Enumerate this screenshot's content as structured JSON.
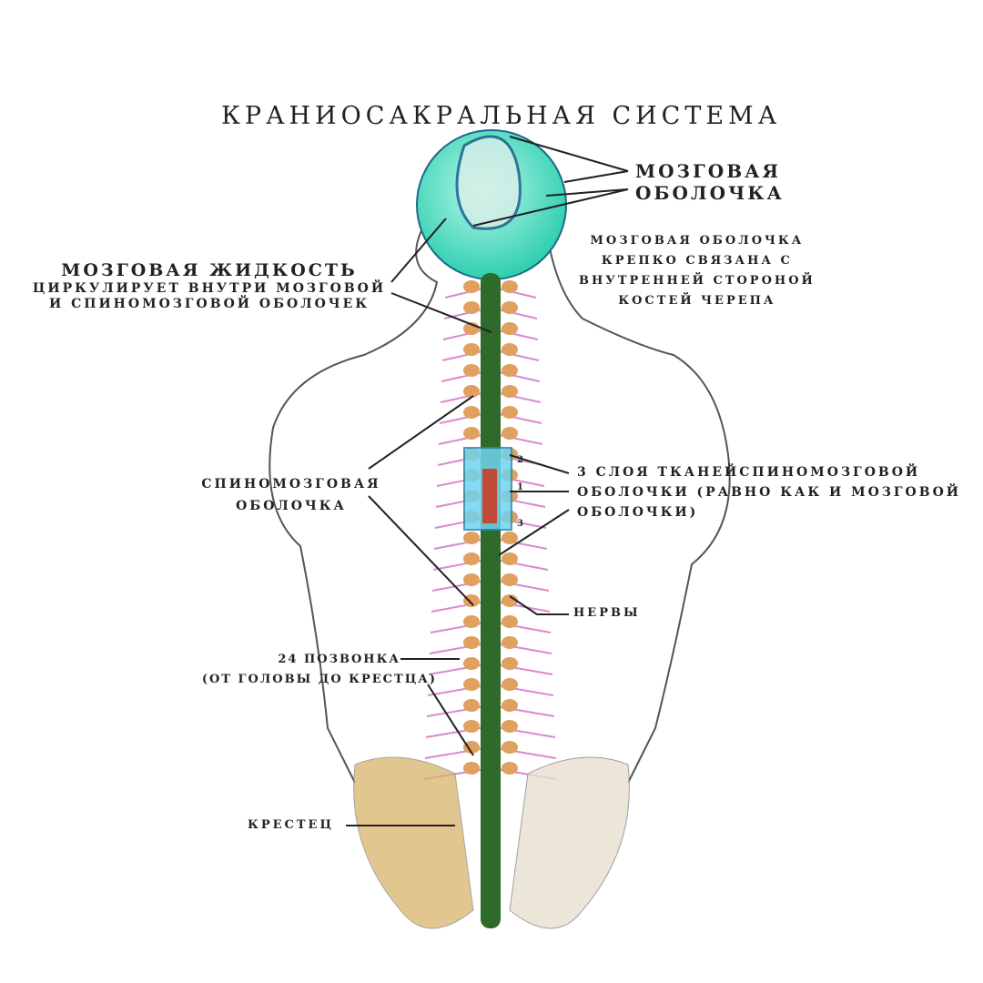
{
  "title": "КРАНИОСАКРАЛЬНАЯ СИСТЕМА",
  "labels": {
    "meninges": [
      "МОЗГОВАЯ",
      "ОБОЛОЧКА"
    ],
    "meninges_note": [
      "МОЗГОВАЯ ОБОЛОЧКА",
      "КРЕПКО СВЯЗАНА С",
      "ВНУТРЕННЕЙ СТОРОНОЙ",
      "КОСТЕЙ ЧЕРЕПА"
    ],
    "csf_title": "МОЗГОВАЯ ЖИДКОСТЬ",
    "csf_note": [
      "ЦИРКУЛИРУЕТ ВНУТРИ МОЗГОВОЙ",
      "И СПИНОМОЗГОВОЙ ОБОЛОЧЕК"
    ],
    "spinal_meninges": [
      "СПИНОМОЗГОВАЯ",
      "ОБОЛОЧКА"
    ],
    "layers": [
      "3 СЛОЯ ТКАНЕЙСПИНОМОЗГОВОЙ",
      "ОБОЛОЧКИ (РАВНО КАК И МОЗГОВОЙ",
      "ОБОЛОЧКИ)"
    ],
    "layer_numbers": [
      "2",
      "1",
      "3"
    ],
    "nerves": "НЕРВЫ",
    "vertebrae": [
      "24 ПОЗВОНКА",
      "(ОТ ГОЛОВЫ ДО КРЕСТЦА)"
    ],
    "sacrum": "КРЕСТЕЦ"
  },
  "colors": {
    "brain": "#3fd6b8",
    "cord": "#2e6b2a",
    "vertebra": "#e0a060",
    "nerve": "#d98ad0",
    "pelvis": "#d9b46a"
  }
}
